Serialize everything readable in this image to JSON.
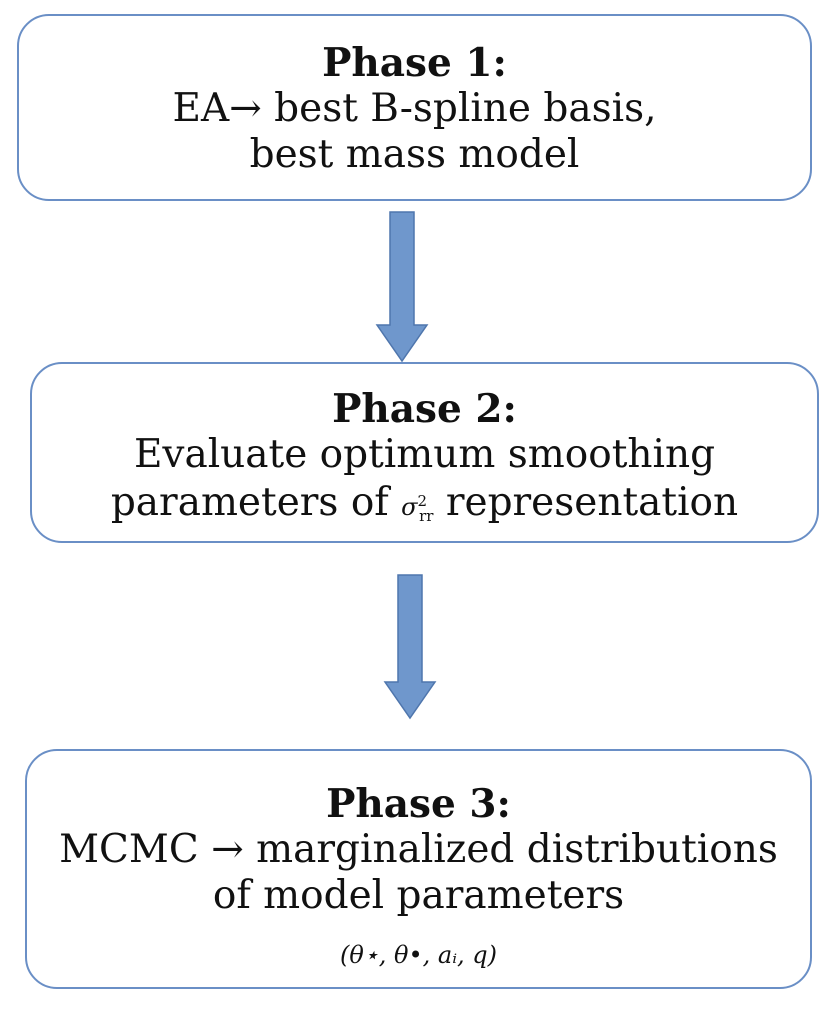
{
  "colors": {
    "box_border": "#6a8fc6",
    "arrow_fill": "#6f97cc",
    "arrow_stroke": "#4f76ad",
    "text": "#111111"
  },
  "phase1": {
    "title": "Phase 1:",
    "line1": "EA→ best B-spline basis,",
    "line2": "best mass model"
  },
  "phase2": {
    "title": "Phase 2:",
    "line1": "Evaluate optimum smoothing",
    "line2_pre": "parameters of",
    "sigma": "σ",
    "sigma_sup": "2",
    "sigma_sub": "rr",
    "line2_post": "representation"
  },
  "phase3": {
    "title": "Phase 3:",
    "line1": "MCMC → marginalized distributions",
    "line2": "of model parameters",
    "params": "(θ⋆, θ•, aᵢ, q)"
  }
}
